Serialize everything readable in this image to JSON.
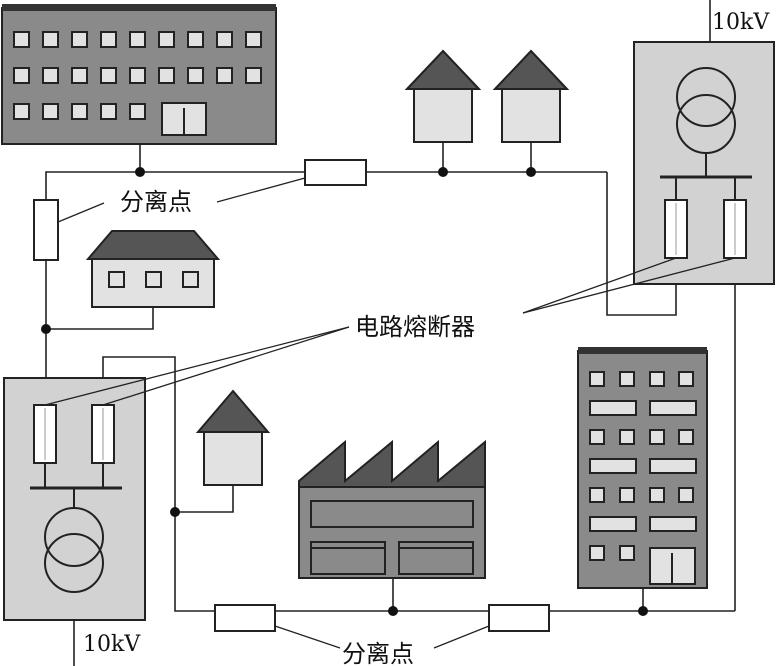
{
  "labels": {
    "voltage_top": "10kV",
    "voltage_bottom": "10kV",
    "isolation_point_top": "分离点",
    "isolation_point_bottom": "分离点",
    "fuse_label": "电路熔断器"
  },
  "colors": {
    "building_dark": "#8a8a8a",
    "building_light": "#e2e2e2",
    "substation": "#d2d2d2",
    "roof": "#555555",
    "line": "#222222"
  }
}
